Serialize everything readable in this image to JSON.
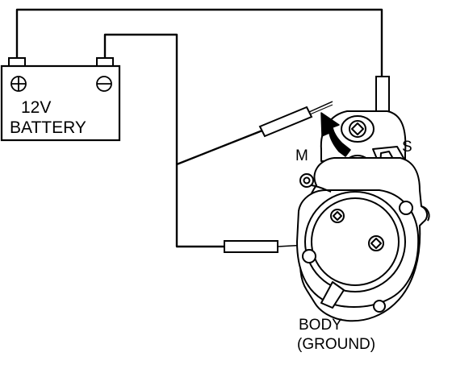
{
  "battery": {
    "voltage_label": "12V",
    "name_label": "BATTERY",
    "positive_symbol": "⊕",
    "negative_symbol": "⊖"
  },
  "terminals": {
    "s_label": "S",
    "m_label": "M"
  },
  "body": {
    "line1": "BODY",
    "line2": "(GROUND)"
  }
}
